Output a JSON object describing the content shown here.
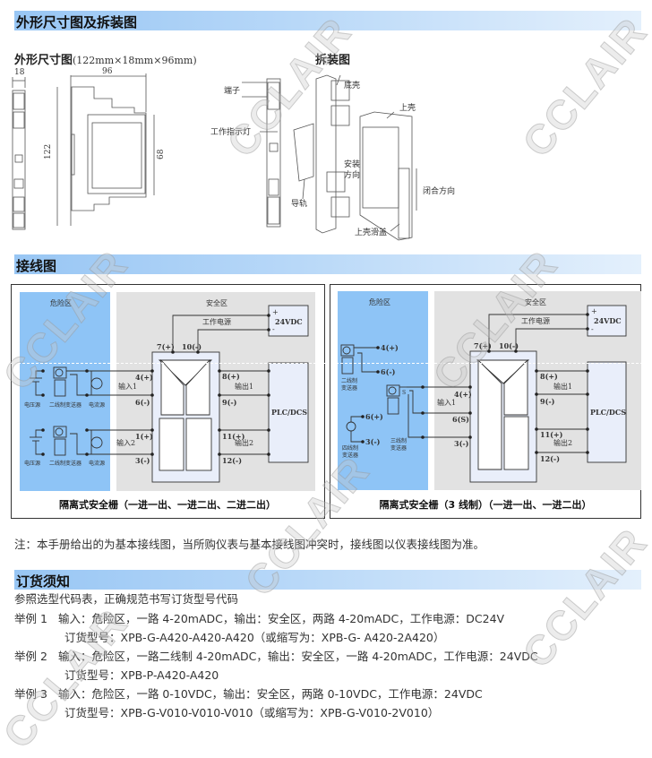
{
  "watermark": "CCLAIR",
  "section1": {
    "title": "外形尺寸图及拆装图",
    "dim_title": "外形尺寸图",
    "dim_note": "(122mm×18mm×96mm)",
    "assembly_title": "拆装图",
    "dims": {
      "width": "18",
      "depth": "96",
      "height": "122",
      "front": "68"
    },
    "assembly_labels": {
      "terminal": "端子",
      "indicator": "工作指示灯",
      "base_shell": "底壳",
      "top_shell": "上壳",
      "install_dir": [
        "安装",
        "方向"
      ],
      "rail": "导轨",
      "close_dir": "闭合方向",
      "cover": "上壳滑盖"
    }
  },
  "section2": {
    "title": "接线图",
    "diagram1": {
      "hazard": "危险区",
      "safe": "安全区",
      "power": "工作电源",
      "vdc": "24VDC",
      "plus": "+",
      "minus": "-",
      "plc": "PLC/DCS",
      "t7": "7(+)",
      "t10": "10(-)",
      "t4": "4(+)",
      "t6": "6(-)",
      "t1": "1(+)",
      "t3": "3(-)",
      "t8": "8(+)",
      "t9": "9(-)",
      "t11": "11(+)",
      "t12": "12(-)",
      "in1": "输入1",
      "in2": "输入2",
      "out1": "输出1",
      "out2": "输出2",
      "src_v": "电压源",
      "src_tx": "二线制变送器",
      "src_i": "电流源",
      "caption": "隔离式安全栅（一进一出、一进二出、二进二出）"
    },
    "diagram2": {
      "hazard": "危险区",
      "safe": "安全区",
      "power": "工作电源",
      "vdc": "24VDC",
      "plus": "+",
      "minus": "-",
      "plc": "PLC/DCS",
      "t7": "7(+)",
      "t10": "10(-)",
      "t4": "4(+)",
      "t6s": "6(S)",
      "t3": "3(-)",
      "t8": "8(+)",
      "t9": "9(-)",
      "t11": "11(+)",
      "t12": "12(-)",
      "in1": "输入1",
      "out1": "输出1",
      "out2": "输出2",
      "tw_4": "4(+)",
      "tw_6": "6(-)",
      "two_wire": [
        "二线制",
        "变送器"
      ],
      "fw_6": "6(+)",
      "fw_3": "3(-)",
      "four_wire": [
        "四线制",
        "变送器"
      ],
      "three_wire": [
        "三线制",
        "变送器"
      ],
      "s": "S",
      "caption": "隔离式安全栅（3 线制）（一进一出、一进二出）"
    },
    "note": "注：本手册给出的为基本接线图，当所购仪表与基本接线图冲突时，接线图以仪表接线图为准。"
  },
  "section3": {
    "title": "订货须知",
    "intro": "参照选型代码表，正确规范书写订货型号代码",
    "examples": [
      {
        "label": "举例 1",
        "desc": "输入：危险区，一路 4-20mADC，输出：安全区，两路 4-20mADC，工作电源：DC24V",
        "code": "订货型号：XPB-G-A420-A420-A420（或缩写为：XPB-G- A420-2A420）"
      },
      {
        "label": "举例 2",
        "desc": "输入：危险区，一路二线制 4-20mADC，输出：安全区，一路 4-20mADC，工作电源：24VDC",
        "code": "订货型号：XPB-P-A420-A420"
      },
      {
        "label": "举例 3",
        "desc": "输入：危险区，一路 0-10VDC，输出：安全区，两路 0-10VDC，工作电源：24VDC",
        "code": "订货型号：XPB-G-V010-V010-V010（或缩写为：XPB-G-V010-2V010）"
      }
    ]
  },
  "colors": {
    "hazard": "#8ec4f6",
    "safe": "#e2e2e2",
    "box": "#e9eefa",
    "header": "#98c6f4"
  }
}
